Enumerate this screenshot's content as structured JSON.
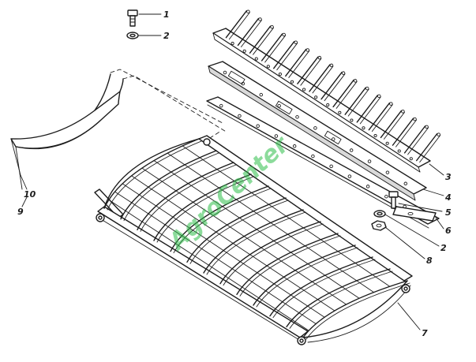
{
  "callouts": [
    {
      "id": "c1",
      "text": "1"
    },
    {
      "id": "c2a",
      "text": "2"
    },
    {
      "id": "c3",
      "text": "3"
    },
    {
      "id": "c4",
      "text": "4"
    },
    {
      "id": "c5",
      "text": "5"
    },
    {
      "id": "c6",
      "text": "6"
    },
    {
      "id": "c2b",
      "text": "2"
    },
    {
      "id": "c8",
      "text": "8"
    },
    {
      "id": "c7",
      "text": "7"
    },
    {
      "id": "c10",
      "text": "10"
    },
    {
      "id": "c9",
      "text": "9"
    }
  ],
  "watermark": "AgroCenter",
  "colors": {
    "line": "#1c1c1c",
    "watermark": "#2fbf4a",
    "background": "#ffffff"
  }
}
